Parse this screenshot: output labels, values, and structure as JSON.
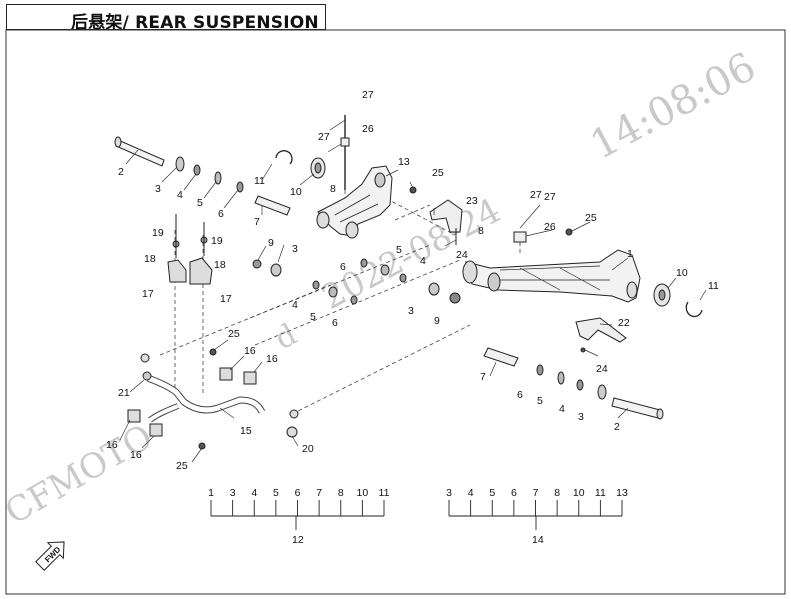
{
  "title": "后悬架/ REAR SUSPENSION",
  "watermark": {
    "brand": "CFMOTO",
    "mid": "d",
    "date": "2022-08-24",
    "time": "14:08:06"
  },
  "callouts": {
    "c27a": "27",
    "c27b": "27",
    "c26a": "26",
    "c13": "13",
    "c25a": "25",
    "c2a": "2",
    "c3a": "3",
    "c4a": "4",
    "c5a": "5",
    "c6a": "6",
    "c11a": "11",
    "c10a": "10",
    "c7a": "7",
    "c8a": "8",
    "c19a": "19",
    "c19b": "19",
    "c18a": "18",
    "c18b": "18",
    "c17a": "17",
    "c17b": "17",
    "c9a": "9",
    "c3b": "3",
    "c4b": "4",
    "c5b": "5",
    "c6b": "6",
    "c5c": "5",
    "c6c": "6",
    "c4c": "4",
    "c3c": "3",
    "c9b": "9",
    "c23": "23",
    "c24a": "24",
    "c8b": "8",
    "c27c": "27",
    "c27d": "27",
    "c26b": "26",
    "c25b": "25",
    "c1": "1",
    "c10b": "10",
    "c11b": "11",
    "c22": "22",
    "c24b": "24",
    "c25c": "25",
    "c16a": "16",
    "c16b": "16",
    "c21": "21",
    "c15": "15",
    "c16c": "16",
    "c16d": "16",
    "c20": "20",
    "c25d": "25",
    "c7b": "7",
    "c6d": "6",
    "c5d": "5",
    "c4d": "4",
    "c3d": "3",
    "c2b": "2"
  },
  "group12": {
    "items": [
      "1",
      "3",
      "4",
      "5",
      "6",
      "7",
      "8",
      "10",
      "11"
    ],
    "label": "12"
  },
  "group14": {
    "items": [
      "3",
      "4",
      "5",
      "6",
      "7",
      "8",
      "10",
      "11",
      "13"
    ],
    "label": "14"
  },
  "direction_arrow": {
    "label": "FWD",
    "icon": "front-direction-arrow-icon"
  }
}
